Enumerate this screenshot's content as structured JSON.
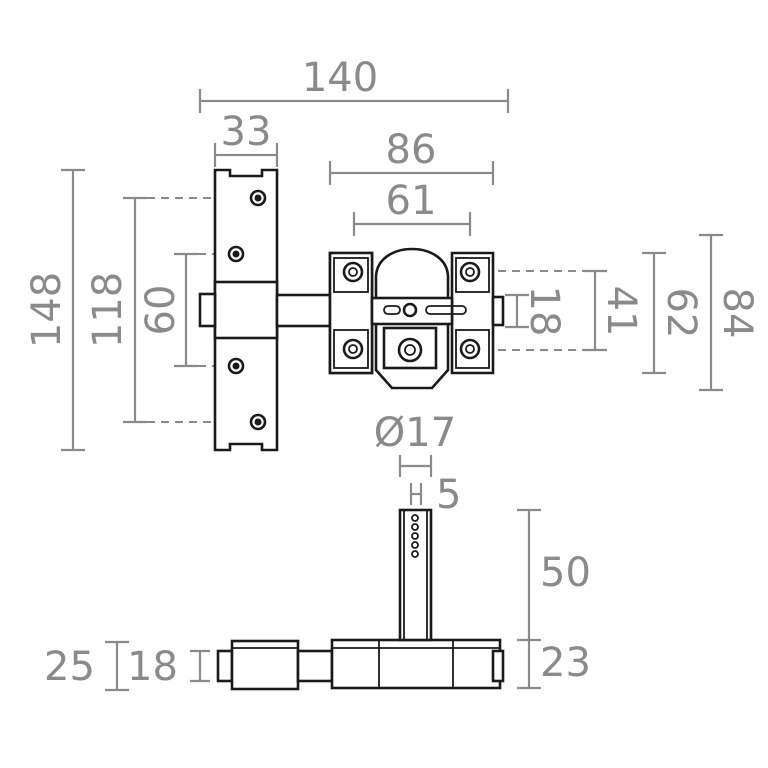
{
  "dimensions": {
    "overall_width": "140",
    "plate_width": "33",
    "body_width": "86",
    "body_inner_width": "61",
    "plate_height": "148",
    "plate_hole_spacing": "118",
    "plate_inner_spacing": "60",
    "bolt_height": "18",
    "body_inner_height": "41",
    "body_height": "62",
    "body_overall_height": "84",
    "cylinder_diameter": "Ø17",
    "cylinder_width": "5",
    "cylinder_length": "50",
    "base_depth": "23",
    "plate_depth": "25",
    "bolt_depth": "18"
  },
  "colors": {
    "dimension": "#8a8a8a",
    "outline": "#1a1a1a",
    "background": "#ffffff"
  }
}
